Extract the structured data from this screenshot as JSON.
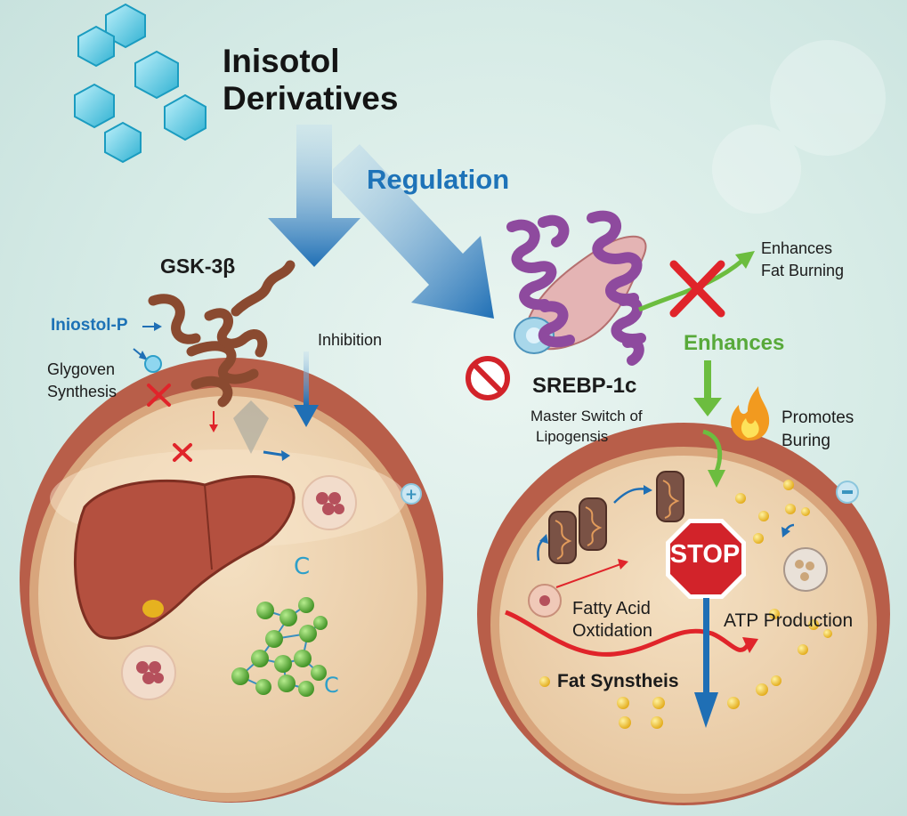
{
  "title": {
    "line1": "Inisotol",
    "line2": "Derivatives"
  },
  "labels": {
    "regulation": "Regulation",
    "gsk": "GSK-3β",
    "iniostol_p": "Iniostol-P",
    "glygoven_line1": "Glygoven",
    "glygoven_line2": "Synthesis",
    "inhibition": "Inhibition",
    "srebp": "SREBP-1c",
    "master_line1": "Master Switch of",
    "master_line2": "Lipogensis",
    "enhances_fat_line1": "Enhances",
    "enhances_fat_line2": "Fat Burning",
    "enhances": "Enhances",
    "promotes_line1": "Promotes",
    "promotes_line2": "Buring",
    "stop": "STOP",
    "fatty_line1": "Fatty Acid",
    "fatty_line2": "Oxtidation",
    "atp": "ATP Production",
    "fat_synthesis": "Fat Synstheis"
  },
  "symbols": {
    "plus": "+",
    "minus": "−"
  },
  "colors": {
    "blue_arrow": "#1f6fb5",
    "green_arrow": "#6cbd3f",
    "red_cross": "#e0242a",
    "stop_sign": "#d2232a",
    "liver": "#b4503f",
    "helix_brown": "#8a4a30",
    "helix_purple": "#8e4a9e",
    "glycogen_green": "#5fb83a"
  },
  "icons": [
    "molecule-icon",
    "helix-icon",
    "liver-icon",
    "glycogen-icon",
    "mitochondria-icon",
    "stop-sign-icon",
    "flame-icon",
    "no-entry-icon",
    "cross-icon"
  ]
}
